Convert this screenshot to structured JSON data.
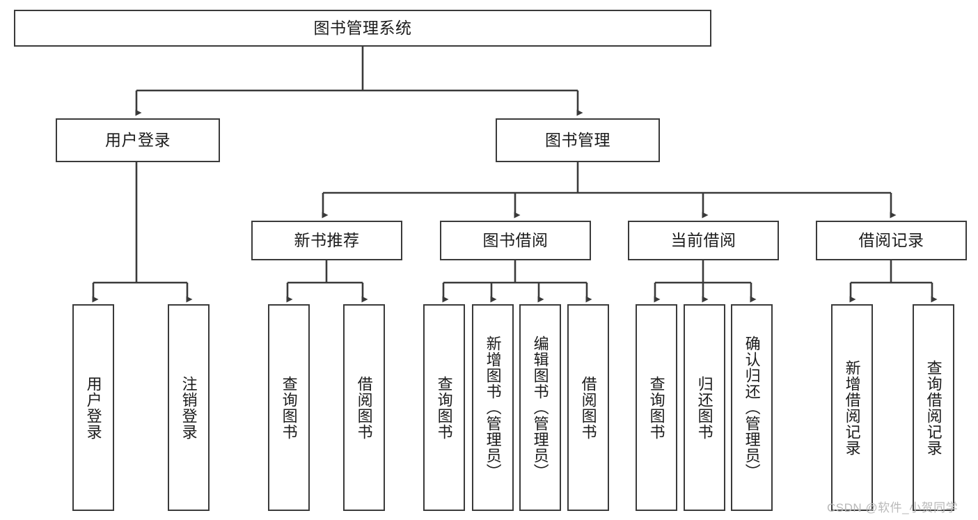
{
  "diagram": {
    "title": "图书管理系统",
    "type": "hierarchy-tree",
    "root": {
      "id": "root",
      "label": "图书管理系统"
    },
    "level2": [
      {
        "id": "user-login",
        "label": "用户登录"
      },
      {
        "id": "book-manage",
        "label": "图书管理"
      }
    ],
    "level3": [
      {
        "id": "new-book-rec",
        "label": "新书推荐",
        "parent": "book-manage"
      },
      {
        "id": "book-borrow",
        "label": "图书借阅",
        "parent": "book-manage"
      },
      {
        "id": "current-borrow",
        "label": "当前借阅",
        "parent": "book-manage"
      },
      {
        "id": "borrow-record",
        "label": "借阅记录",
        "parent": "book-manage"
      }
    ],
    "leaves": [
      {
        "id": "leaf-user-login",
        "label": "用户登录",
        "parent": "user-login"
      },
      {
        "id": "leaf-logout",
        "label": "注销登录",
        "parent": "user-login"
      },
      {
        "id": "leaf-query-book-1",
        "label": "查询图书",
        "parent": "new-book-rec"
      },
      {
        "id": "leaf-borrow-book-1",
        "label": "借阅图书",
        "parent": "new-book-rec"
      },
      {
        "id": "leaf-query-book-2",
        "label": "查询图书",
        "parent": "book-borrow"
      },
      {
        "id": "leaf-add-book",
        "label": "新增图书（管理员）",
        "parent": "book-borrow"
      },
      {
        "id": "leaf-edit-book",
        "label": "编辑图书（管理员）",
        "parent": "book-borrow"
      },
      {
        "id": "leaf-borrow-book-2",
        "label": "借阅图书",
        "parent": "book-borrow"
      },
      {
        "id": "leaf-query-book-3",
        "label": "查询图书",
        "parent": "current-borrow"
      },
      {
        "id": "leaf-return-book",
        "label": "归还图书",
        "parent": "current-borrow"
      },
      {
        "id": "leaf-confirm-return",
        "label": "确认归还（管理员）",
        "parent": "current-borrow"
      },
      {
        "id": "leaf-add-record",
        "label": "新增借阅记录",
        "parent": "borrow-record"
      },
      {
        "id": "leaf-query-record",
        "label": "查询借阅记录",
        "parent": "borrow-record"
      }
    ]
  },
  "watermark": {
    "text": "CSDN @软件_小贺同学"
  },
  "colors": {
    "stroke": "#3a3a3a",
    "background": "#ffffff",
    "text": "#1b1b1b",
    "watermark": "#b9b9b9"
  }
}
